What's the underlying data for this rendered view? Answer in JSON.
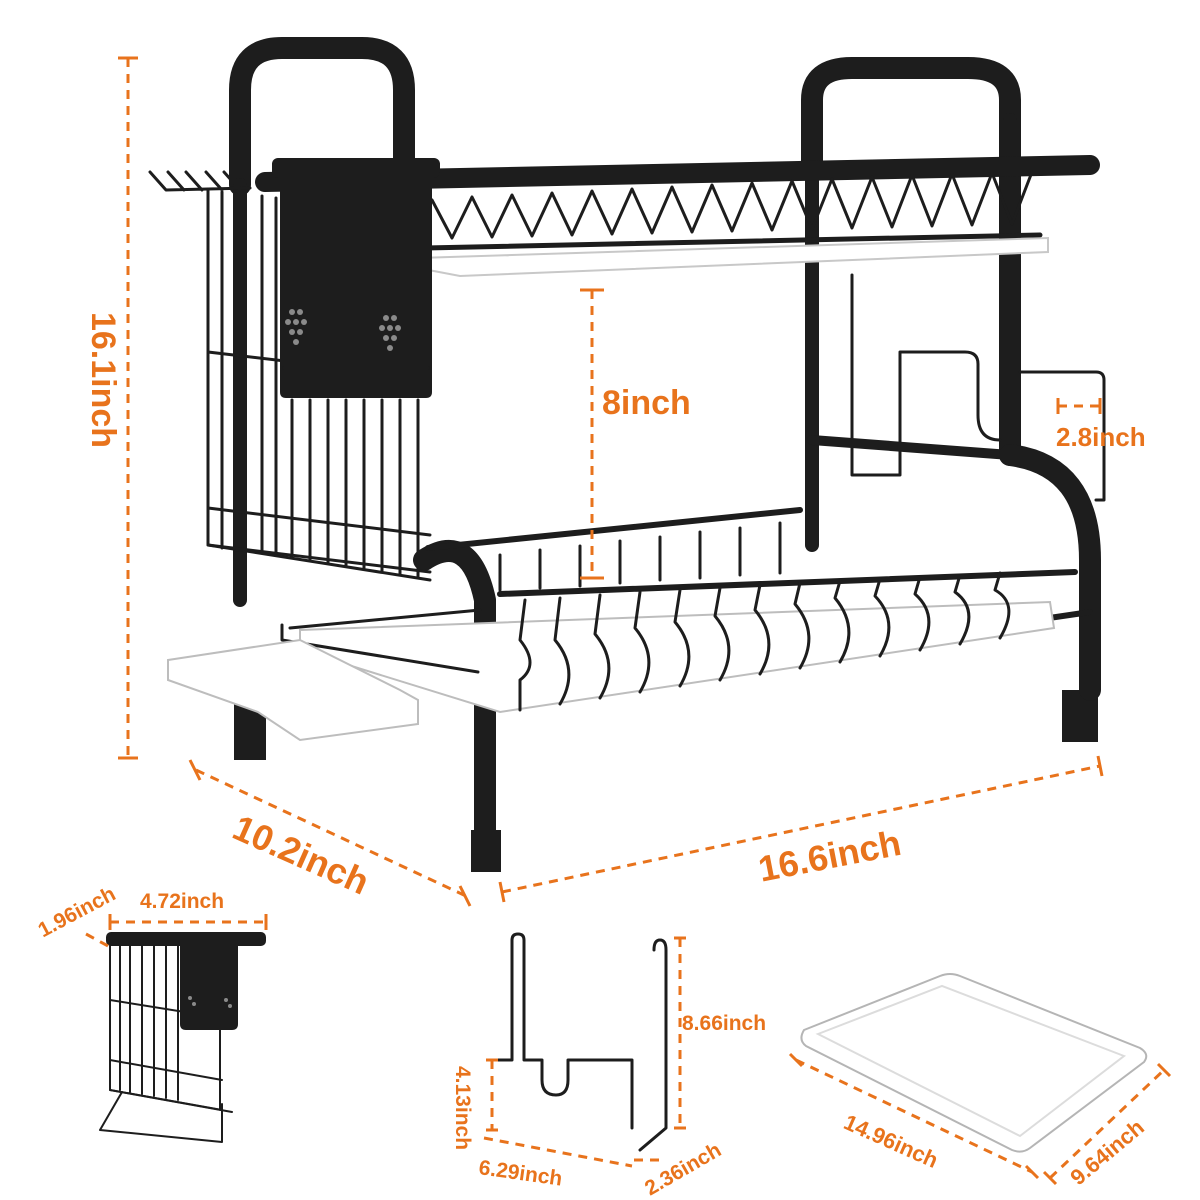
{
  "dimensions": {
    "height": "16.1inch",
    "depth": "10.2inch",
    "width": "16.6inch",
    "tier_gap": "8inch",
    "board_slot": "2.8inch",
    "holder_depth": "1.96inch",
    "holder_width": "4.72inch",
    "hanger_height": "8.66inch",
    "hanger_inner_height": "4.13inch",
    "hanger_width": "6.29inch",
    "hanger_hook": "2.36inch",
    "tray_length": "14.96inch",
    "tray_width": "9.64inch"
  },
  "colors": {
    "dimension": "#e8731c",
    "rack": "#1d1d1d",
    "tray": "#ffffff"
  }
}
